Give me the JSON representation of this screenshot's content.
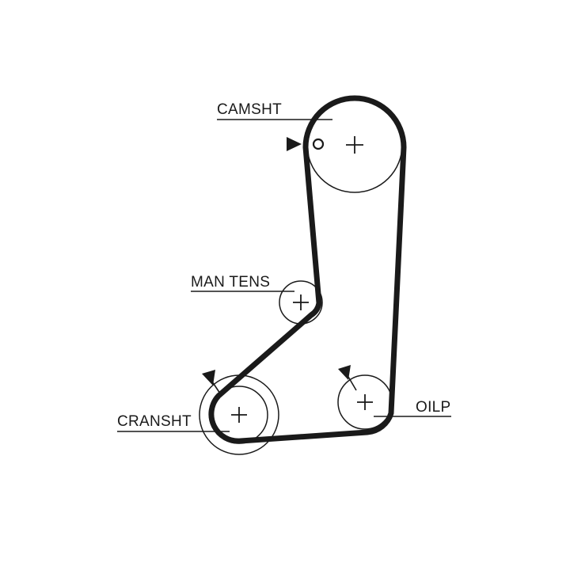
{
  "labels": {
    "camshaft": "CAMSHT",
    "manual_tensioner": "MAN TENS",
    "crankshaft": "CRANSHT",
    "oil_pump": "OILP"
  },
  "colors": {
    "line": "#1a1a1a",
    "background": "#ffffff"
  }
}
